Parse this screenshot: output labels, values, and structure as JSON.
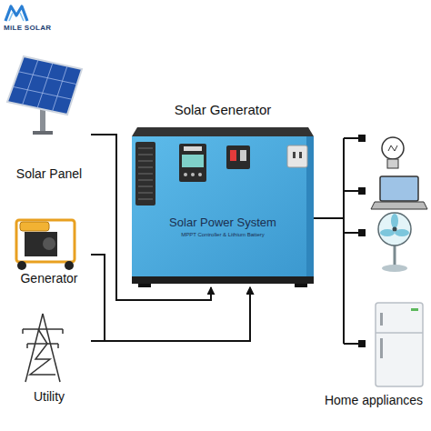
{
  "diagram": {
    "nodes": [
      {
        "text": [
          "Solar Panel"
        ]
      },
      {
        "text": [
          "Solar Generator",
          "Solar Power System",
          "MPPT Controller & Lithium Battery"
        ]
      },
      {
        "text": [
          "Generator"
        ]
      },
      {
        "text": [
          "Utility"
        ]
      },
      {
        "text": [
          "Home appliances"
        ]
      }
    ],
    "edges": [
      {
        "from": 0,
        "to": 1,
        "arrow": "to"
      },
      {
        "from": 2,
        "to": 1,
        "arrow": "to"
      },
      {
        "from": 3,
        "to": 1,
        "arrow": "to"
      },
      {
        "from": 1,
        "to": 4,
        "arrow": "none"
      }
    ],
    "labels": [
      "MiLE SOLAR"
    ]
  }
}
